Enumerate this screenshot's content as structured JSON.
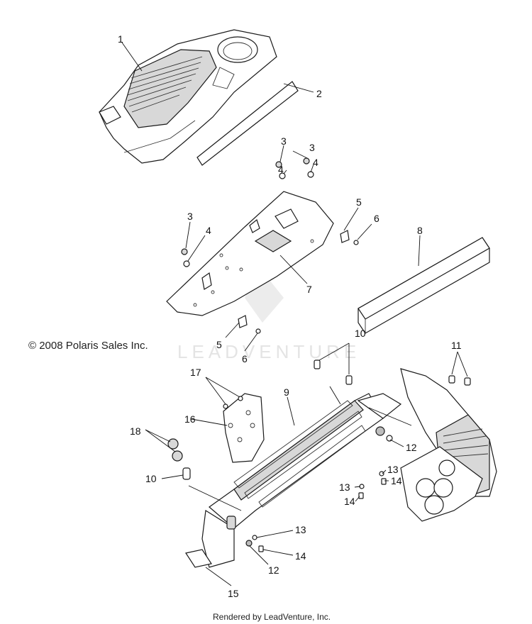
{
  "callouts": [
    "1",
    "2",
    "3",
    "3",
    "4",
    "4",
    "5",
    "6",
    "3",
    "4",
    "7",
    "8",
    "5",
    "6",
    "10",
    "11",
    "17",
    "9",
    "16",
    "18",
    "12",
    "10",
    "13",
    "13",
    "14",
    "14",
    "13",
    "12",
    "14",
    "15"
  ],
  "copyright": "© 2008 Polaris Sales Inc.",
  "rendered_by": "Rendered by LeadVenture, Inc.",
  "watermark": "LEADVENTURE",
  "colors": {
    "line": "#1a1a1a",
    "fill": "#ffffff",
    "shade": "#d8d8d8",
    "watermark": "#e4e4e4"
  }
}
